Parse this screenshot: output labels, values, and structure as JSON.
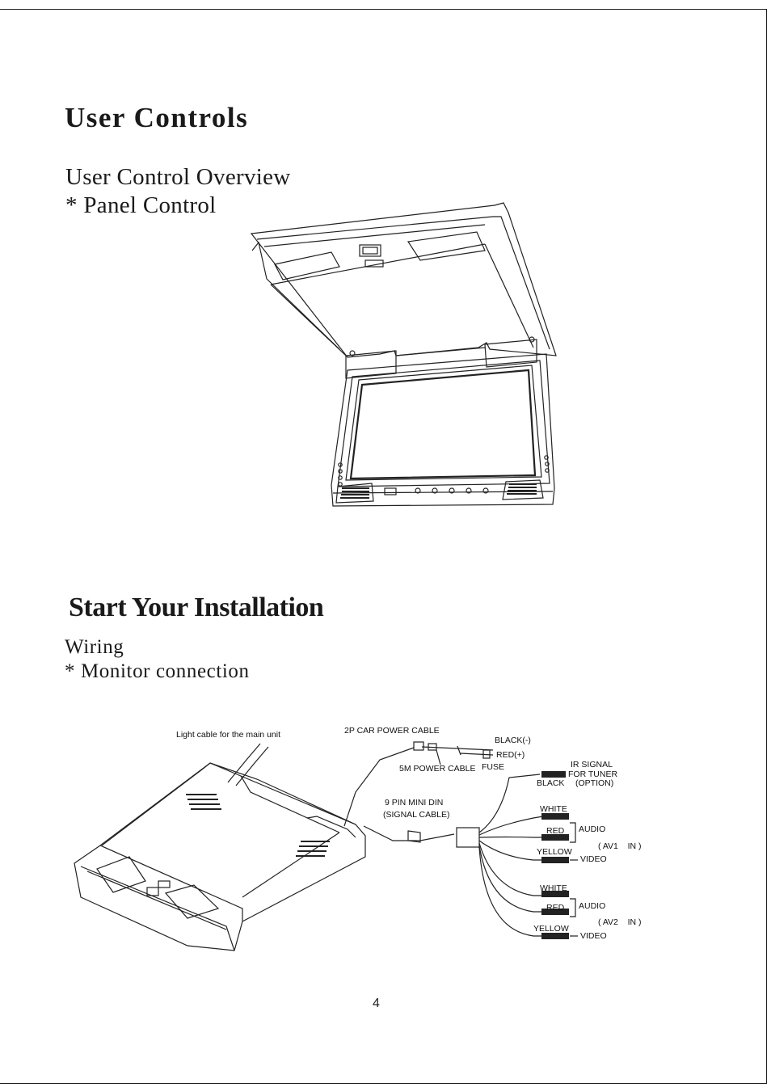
{
  "sections": {
    "user_controls": {
      "title": "User Controls",
      "subtitle": "User Control Overview",
      "item": "* Panel Control"
    },
    "installation": {
      "title": "Start Your Installation",
      "subtitle": "Wiring",
      "item": "* Monitor connection"
    }
  },
  "wiring_labels": {
    "light_cable": "Light cable for the main unit",
    "car_power": "2P CAR POWER CABLE",
    "black_neg": "BLACK(-)",
    "red_pos": "RED(+)",
    "power_5m": "5M POWER CABLE",
    "fuse": "FUSE",
    "ir_signal": "IR SIGNAL",
    "for_tuner": "FOR TUNER",
    "option": "(OPTION)",
    "black": "BLACK",
    "mini_din": "9 PIN MINI DIN",
    "signal_cable": "(SIGNAL CABLE)",
    "av1_white": "WHITE",
    "av1_red": "RED",
    "av1_yellow": "YELLOW",
    "av1_audio": "AUDIO",
    "av1_video": "VIDEO",
    "av1_label": "( AV1    IN )",
    "av2_white": "WHITE",
    "av2_red": "RED",
    "av2_yellow": "YELLOW",
    "av2_audio": "AUDIO",
    "av2_video": "VIDEO",
    "av2_label": "( AV2    IN )"
  },
  "page_number": "4"
}
